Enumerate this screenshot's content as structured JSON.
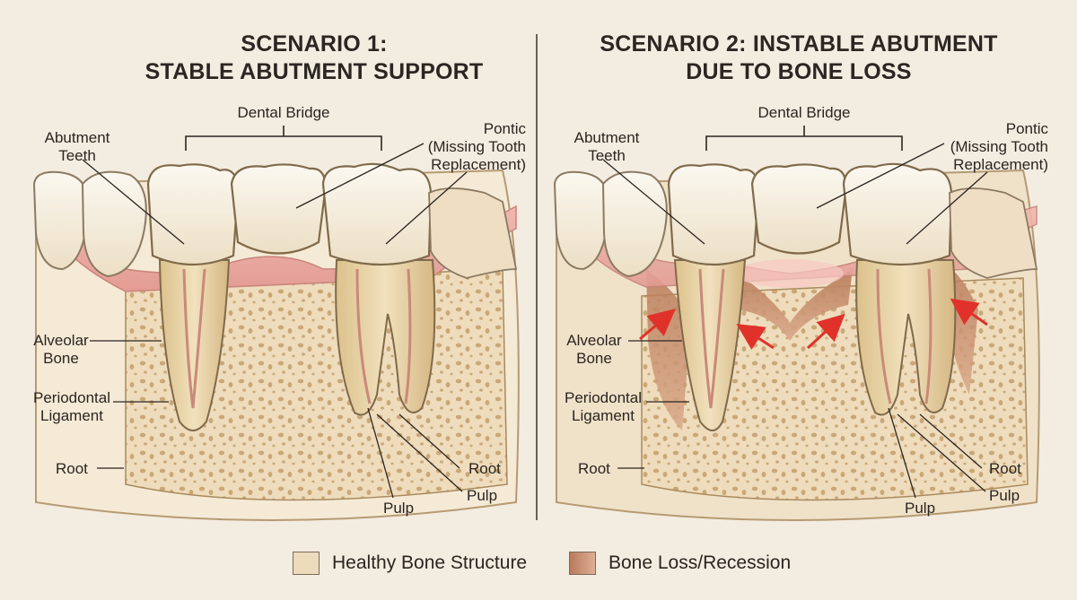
{
  "scenario1": {
    "title_line1": "SCENARIO 1:",
    "title_line2": "STABLE ABUTMENT SUPPORT",
    "labels": {
      "dental_bridge": "Dental Bridge",
      "abutment_line1": "Abutment",
      "abutment_line2": "Teeth",
      "pontic_line1": "Pontic",
      "pontic_line2": "(Missing Tooth",
      "pontic_line3": "Replacement)",
      "alveolar_line1": "Alveolar",
      "alveolar_line2": "Bone",
      "periodontal_line1": "Periodontal",
      "periodontal_line2": "Ligament",
      "root_left": "Root",
      "root_right": "Root",
      "pulp_bottom": "Pulp",
      "pulp_right": "Pulp"
    }
  },
  "scenario2": {
    "title_line1": "SCENARIO 2: INSTABLE ABUTMENT",
    "title_line2": "DUE TO BONE LOSS",
    "labels": {
      "dental_bridge": "Dental Bridge",
      "abutment_line1": "Abutment",
      "abutment_line2": "Teeth",
      "pontic_line1": "Pontic",
      "pontic_line2": "(Missing Tooth",
      "pontic_line3": "Replacement)",
      "alveolar_line1": "Alveolar",
      "alveolar_line2": "Bone",
      "periodontal_line1": "Periodontal",
      "periodontal_line2": "Ligament",
      "root_left": "Root",
      "root_right": "Root",
      "pulp_bottom": "Pulp",
      "pulp_right": "Pulp"
    }
  },
  "legend": {
    "healthy": "Healthy Bone Structure",
    "loss": "Bone Loss/Recession"
  },
  "colors": {
    "background": "#f3ece1",
    "bone": "#efdcbc",
    "bone_pores": "#c9a878",
    "gum": "#e9a7a0",
    "tooth_crown": "#f7f1e4",
    "root": "#ead6ab",
    "bone_loss": "#c9906a",
    "arrow": "#e0322a",
    "healthy_swatch": "#ecdcbc",
    "loss_swatch": "#c98d70"
  }
}
